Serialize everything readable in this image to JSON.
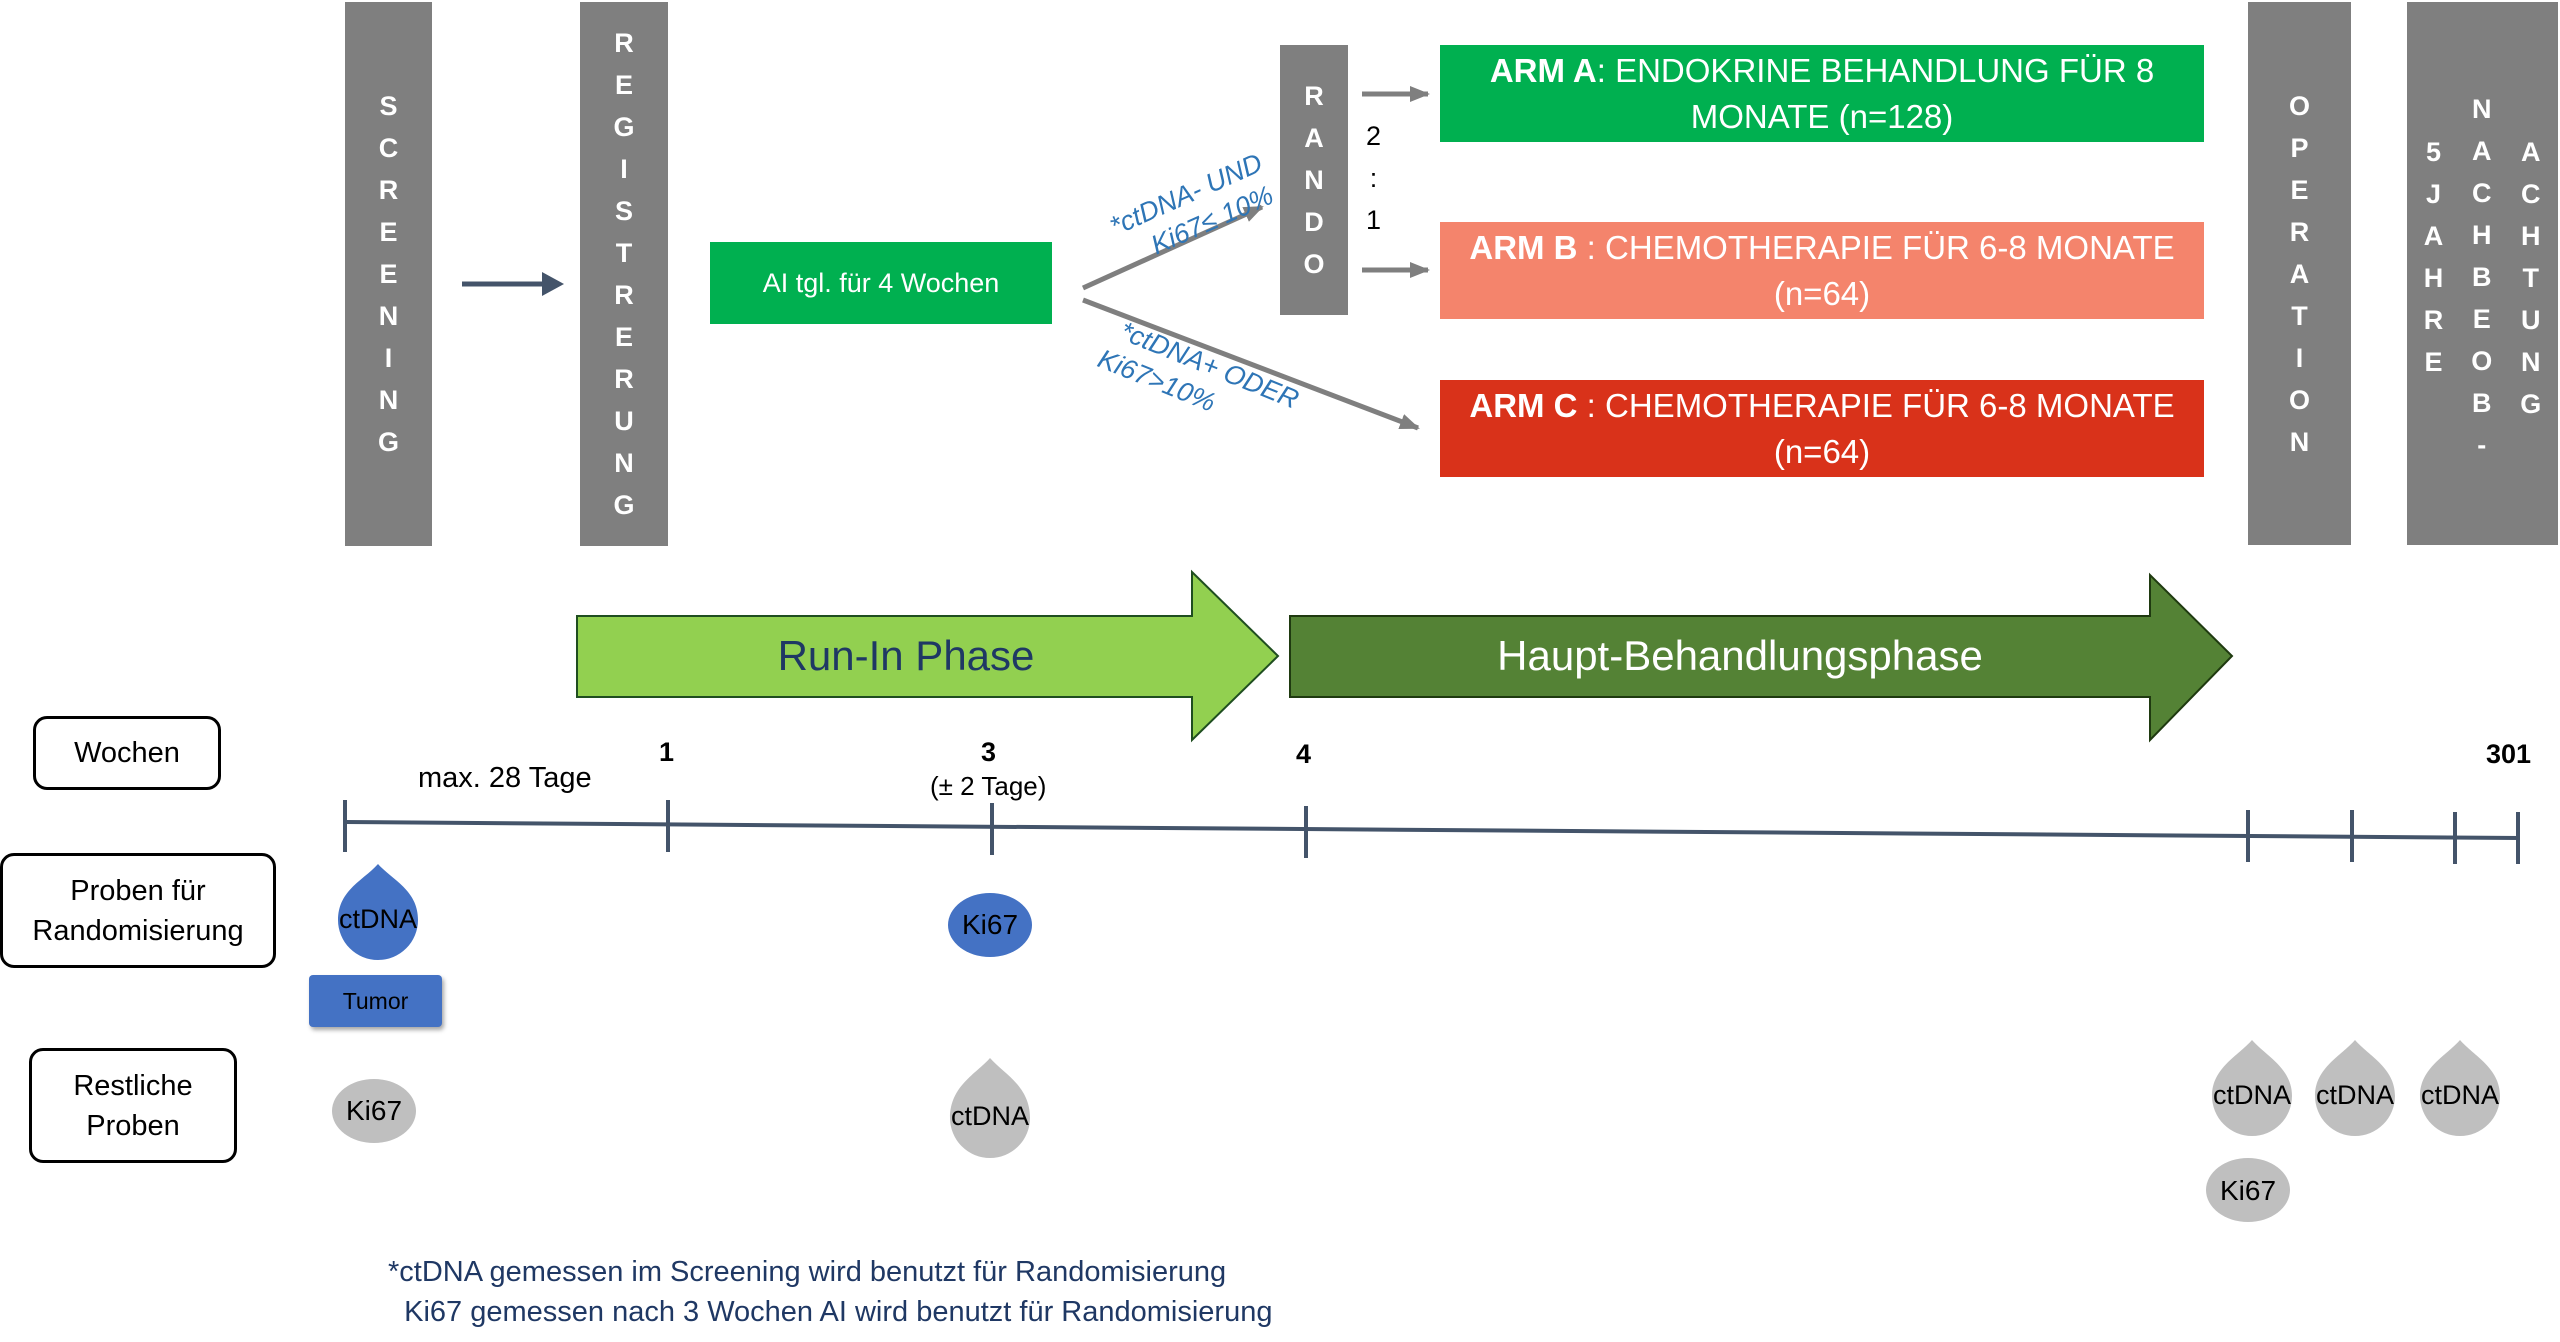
{
  "bars": {
    "screening": [
      "S",
      "C",
      "R",
      "E",
      "E",
      "N",
      "I",
      "N",
      "G"
    ],
    "registrierung": [
      "R",
      "E",
      "G",
      "I",
      "S",
      "T",
      "R",
      "E",
      "R",
      "U",
      "N",
      "G"
    ],
    "rando": [
      "R",
      "A",
      "N",
      "D",
      "O"
    ],
    "operation": [
      "O",
      "P",
      "E",
      "R",
      "A",
      "T",
      "I",
      "O",
      "N"
    ],
    "followup_col1": [
      "5",
      "J",
      "A",
      "H",
      "R",
      "E"
    ],
    "followup_col2": [
      "N",
      "A",
      "C",
      "H",
      "B",
      "E",
      "O",
      "B",
      "-"
    ],
    "followup_col3": [
      "A",
      "C",
      "H",
      "T",
      "U",
      "N",
      "G"
    ]
  },
  "ai_box": "AI tgl. für 4 Wochen",
  "ratio": [
    "2",
    ":",
    "1"
  ],
  "branch_upper": [
    "*ctDNA- UND",
    "Ki67≤ 10%"
  ],
  "branch_lower": [
    "*ctDNA+ ODER",
    "Ki67>10%"
  ],
  "arms": [
    {
      "name": "ARM A",
      "text1": ": ENDOKRINE BEHANDLUNG FÜR 8",
      "text2": "MONATE (n=128)",
      "color": "#00b050"
    },
    {
      "name": "ARM B",
      "text1": " : CHEMOTHERAPIE FÜR 6-8 MONATE",
      "text2": "(n=64)",
      "color": "#f4846c"
    },
    {
      "name": "ARM C",
      "text1": " : CHEMOTHERAPIE FÜR 6-8 MONATE",
      "text2": "(n=64)",
      "color": "#d9321a"
    }
  ],
  "phases": {
    "runin": "Run-In Phase",
    "main": "Haupt-Behandlungsphase",
    "runin_color": "#92d050",
    "main_color": "#548235"
  },
  "labels": {
    "wochen": "Wochen",
    "proben": [
      "Proben für",
      "Randomisierung"
    ],
    "restliche": [
      "Restliche",
      "Proben"
    ]
  },
  "timeline": {
    "max_days": "max. 28 Tage",
    "tick_1": "1",
    "tick_3": "3",
    "tick_3_sub": "(± 2 Tage)",
    "tick_4": "4",
    "tick_end": "301"
  },
  "samples_rando": {
    "ctdna": "ctDNA",
    "tumor": "Tumor",
    "ki67": "Ki67",
    "color": "#4472c4"
  },
  "samples_rest": {
    "ki67_screen": "Ki67",
    "ctdna_w3": "ctDNA",
    "ctdna_op1": "ctDNA",
    "ctdna_op2": "ctDNA",
    "ctdna_op3": "ctDNA",
    "ki67_op": "Ki67",
    "color": "#bfbfbf"
  },
  "footnote": [
    "*ctDNA gemessen im Screening wird benutzt für Randomisierung",
    "  Ki67 gemessen nach 3 Wochen AI wird benutzt für Randomisierung"
  ]
}
